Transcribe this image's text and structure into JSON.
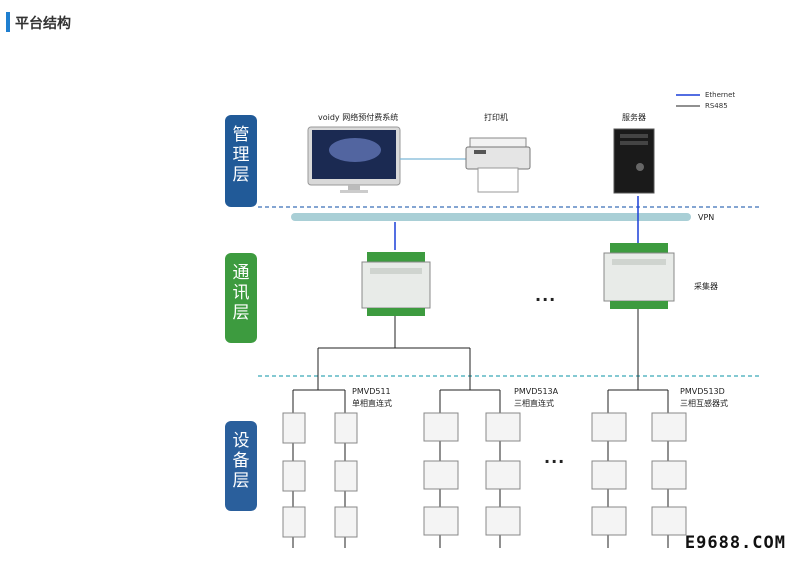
{
  "header": {
    "title": "平台结构"
  },
  "layers": {
    "management": "管理层",
    "communication": "通讯层",
    "device": "设备层"
  },
  "legend": {
    "ethernet": "Ethernet",
    "rs485": "RS485"
  },
  "labels": {
    "computer": "voidy 网络预付费系统",
    "printer": "打印机",
    "server": "服务器",
    "vpn": "VPN",
    "collector": "采集器",
    "ellipsis": "···"
  },
  "meters": [
    {
      "model": "PMVD511",
      "desc": "单相直连式"
    },
    {
      "model": "PMVD513A",
      "desc": "三相直连式"
    },
    {
      "model": "PMVD513D",
      "desc": "三相互感器式"
    }
  ],
  "watermark": "E9688.COM",
  "colors": {
    "ethernet": "#1a3fd8",
    "rs485": "#222222",
    "vpn": "#a9cfd6",
    "divider": "#3a6fb7"
  }
}
